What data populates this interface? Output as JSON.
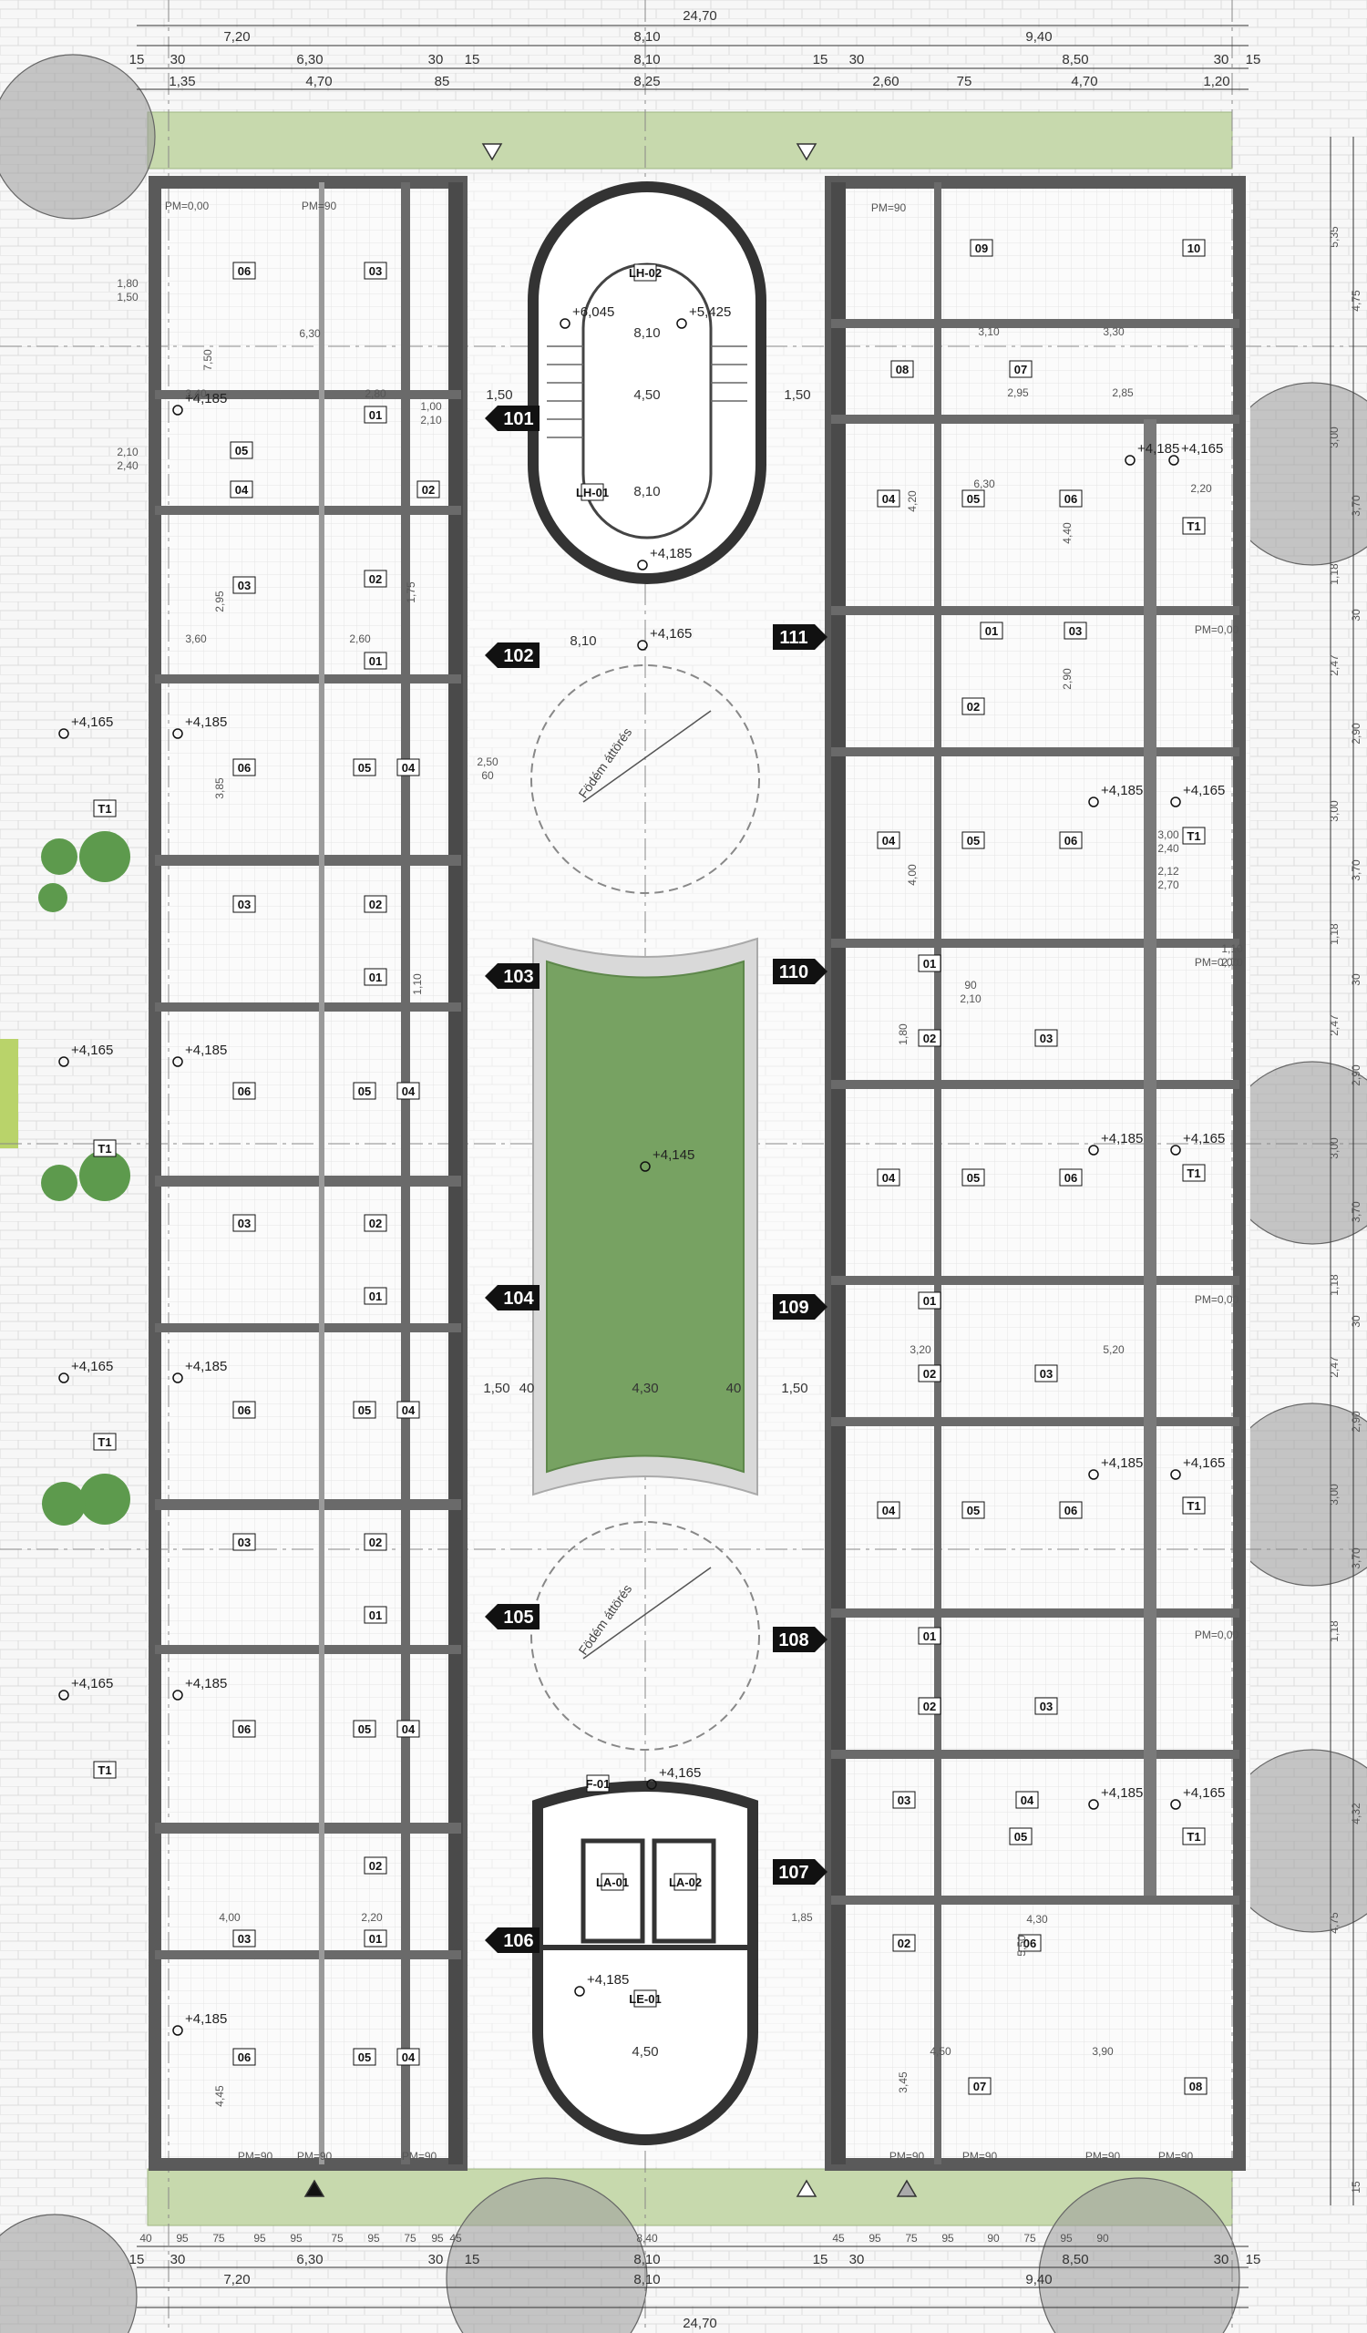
{
  "plan": {
    "top_dims": {
      "total": "24,70",
      "row2": [
        "7,20",
        "8,10",
        "9,40"
      ],
      "row3": [
        "15",
        "30",
        "6,30",
        "30",
        "15",
        "8,10",
        "15",
        "30",
        "8,50",
        "30",
        "15"
      ],
      "row4": [
        "1,35",
        "4,70",
        "85",
        "8,25",
        "2,60",
        "75",
        "4,70",
        "1,20"
      ]
    },
    "bottom_dims": {
      "row1": [
        "40",
        "95",
        "75",
        "95",
        "95",
        "75",
        "95",
        "75",
        "95",
        "45",
        "8,40",
        "45",
        "95",
        "75",
        "95",
        "90",
        "75",
        "95",
        "90"
      ],
      "row2": [
        "15",
        "30",
        "6,30",
        "30",
        "15",
        "8,10",
        "15",
        "30",
        "8,50",
        "30",
        "15"
      ],
      "row3": [
        "7,20",
        "8,10",
        "9,40"
      ],
      "total": "24,70"
    },
    "right_dims": [
      "5,35",
      "4,75",
      "3,00",
      "3,70",
      "1,18",
      "30",
      "2,47",
      "2,90",
      "3,00",
      "3,70",
      "1,18",
      "30",
      "2,47",
      "2,90",
      "3,00",
      "3,70",
      "1,18",
      "30",
      "2,47",
      "2,90",
      "3,00",
      "3,70",
      "1,18",
      "4,32",
      "4,75",
      "15"
    ],
    "flats_left": [
      "101",
      "102",
      "103",
      "104",
      "105",
      "106"
    ],
    "flats_right": [
      "111",
      "110",
      "109",
      "108",
      "107"
    ],
    "stair": {
      "upper": "LH-02",
      "lower": "LH-01",
      "lev1": "+6,045",
      "lev2": "+5,425",
      "lev3": "+4,185",
      "w1": "4,50",
      "w2": "8,10",
      "w3": "8,10",
      "d1": "1,50",
      "d2": "1,50"
    },
    "lift": {
      "frame": "F-01",
      "a": "LA-01",
      "b": "LA-02",
      "lobby": "LE-01",
      "lev": "+4,165",
      "lev2": "+4,185",
      "w": "4,50"
    },
    "atrium": {
      "lev": "+4,145",
      "w": "4,30",
      "e1": "1,50",
      "e2": "40",
      "e3": "40",
      "e4": "1,50"
    },
    "corridor": {
      "w": "8,10",
      "lev": "+4,165",
      "void_label": "Födém áttörés",
      "void_label2": "Födém áttörés"
    },
    "rooms": [
      "06",
      "03",
      "05",
      "04",
      "02",
      "01",
      "T1",
      "09",
      "10",
      "08",
      "07"
    ],
    "levels": [
      "+4,185",
      "+4,165",
      "PM=0,00",
      "PM=90"
    ],
    "room_dims": [
      "7,50",
      "6,30",
      "3,40",
      "2,80",
      "2,95",
      "3,85",
      "4,45",
      "3,60",
      "2,60",
      "1,75",
      "1,10",
      "4,20",
      "4,40",
      "4,00",
      "2,90",
      "3,20",
      "5,20",
      "1,80",
      "6,30",
      "3,10",
      "3,30",
      "2,95",
      "2,85",
      "2,20",
      "4,30",
      "5,50",
      "3,45",
      "4,50",
      "3,90",
      "1,85",
      "4,00",
      "2,20"
    ],
    "window_dims": [
      "1,80",
      "1,50",
      "2,10",
      "2,40",
      "1,00",
      "2,10",
      "2,50",
      "60",
      "3,00",
      "2,40",
      "2,12",
      "2,70",
      "1,10",
      "2,70",
      "90",
      "2,10"
    ]
  }
}
